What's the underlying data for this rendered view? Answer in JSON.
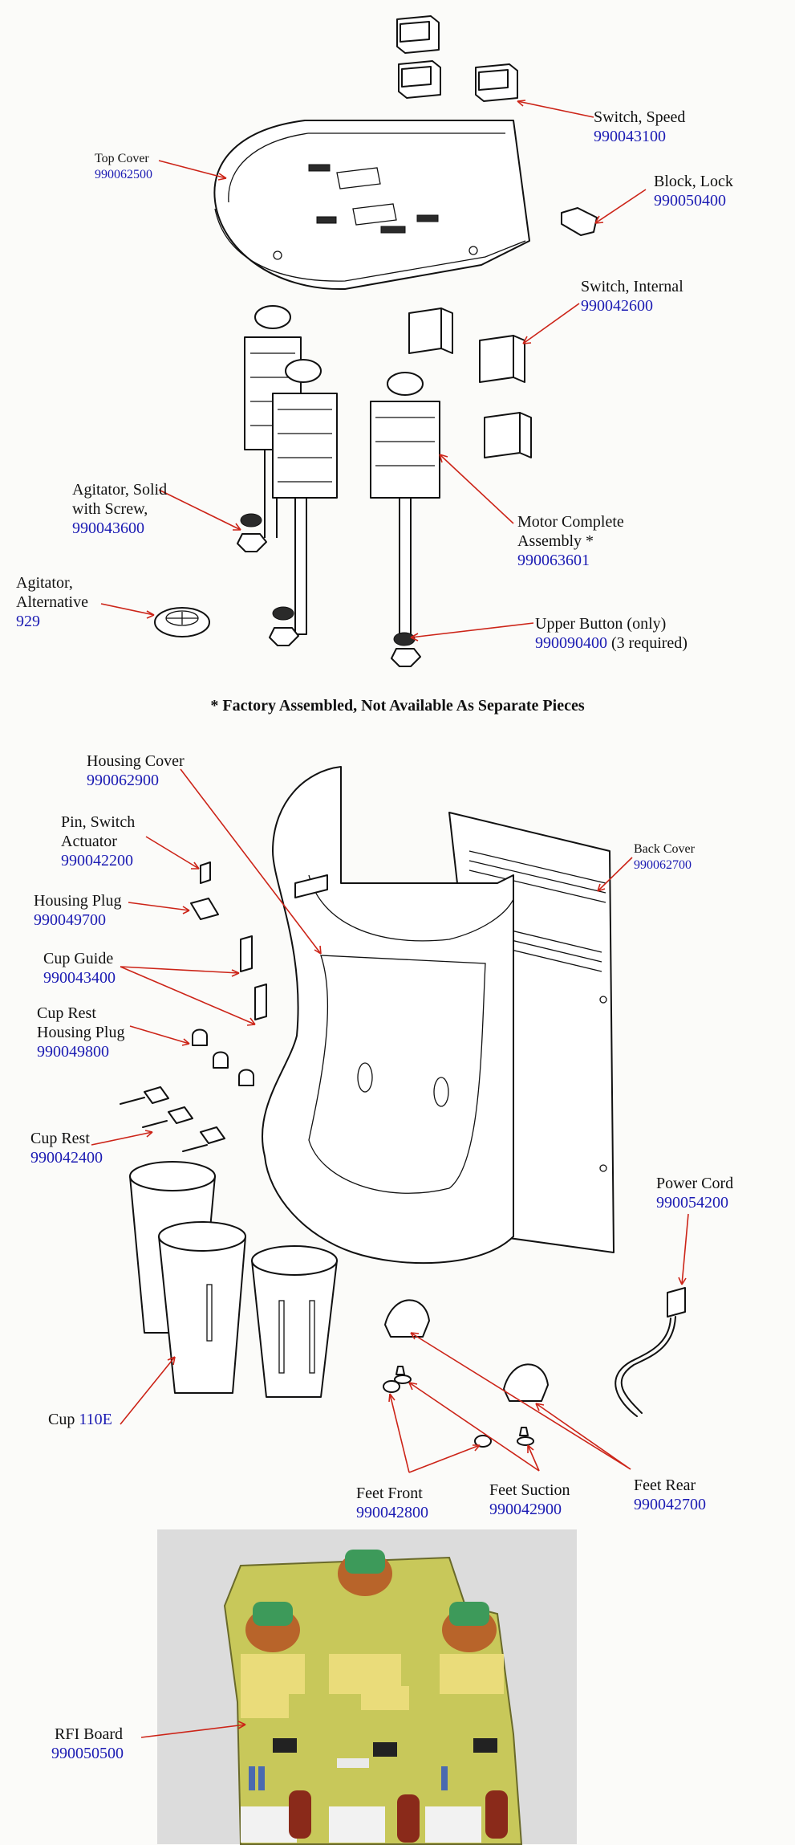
{
  "labels": {
    "switch_speed": {
      "name": "Switch, Speed",
      "number": "990043100"
    },
    "top_cover": {
      "name": "Top Cover",
      "number": "990062500"
    },
    "block_lock": {
      "name": "Block, Lock",
      "number": "990050400"
    },
    "switch_internal": {
      "name": "Switch, Internal",
      "number": "990042600"
    },
    "agitator_solid": {
      "name1": "Agitator, Solid",
      "name2": "with Screw,",
      "number": "990043600"
    },
    "motor_complete": {
      "name1": "Motor Complete",
      "name2": "Assembly *",
      "number": "990063601"
    },
    "agitator_alt": {
      "name1": "Agitator,",
      "name2": "Alternative",
      "number": "929"
    },
    "upper_button": {
      "name": "Upper Button (only)",
      "number": "990090400",
      "suffix": " (3 required)"
    },
    "housing_cover": {
      "name": "Housing Cover",
      "number": "990062900"
    },
    "pin_switch": {
      "name1": "Pin, Switch",
      "name2": "Actuator",
      "number": "990042200"
    },
    "back_cover": {
      "name": "Back Cover",
      "number": "990062700"
    },
    "housing_plug": {
      "name": "Housing Plug",
      "number": "990049700"
    },
    "cup_guide": {
      "name": "Cup Guide",
      "number": "990043400"
    },
    "cup_rest_plug": {
      "name1": "Cup Rest",
      "name2": "Housing Plug",
      "number": "990049800"
    },
    "cup_rest": {
      "name": "Cup Rest",
      "number": "990042400"
    },
    "power_cord": {
      "name": "Power Cord",
      "number": "990054200"
    },
    "cup": {
      "name": "Cup ",
      "number": "110E"
    },
    "feet_front": {
      "name": "Feet Front",
      "number": "990042800"
    },
    "feet_suction": {
      "name": "Feet Suction",
      "number": "990042900"
    },
    "feet_rear": {
      "name": "Feet Rear",
      "number": "990042700"
    },
    "rfi_board": {
      "name": "RFI Board",
      "number": "990050500"
    }
  },
  "footnote": "* Factory Assembled, Not Available As Separate Pieces",
  "colors": {
    "label_number": "#1b1bb3",
    "arrow": "#cc2418"
  }
}
